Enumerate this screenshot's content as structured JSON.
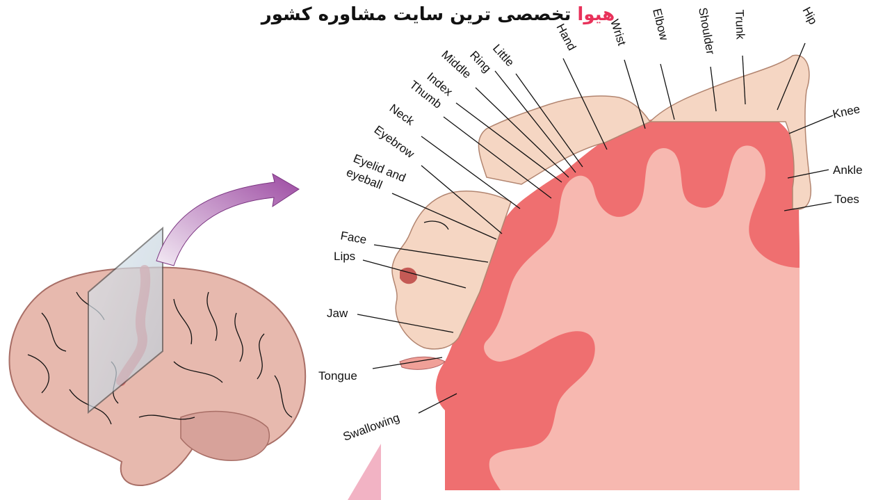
{
  "banner": {
    "brand": "هیوا",
    "text": "تخصصی ترین سایت مشاوره کشور"
  },
  "labels": {
    "hip": "Hip",
    "trunk": "Trunk",
    "shoulder": "Shoulder",
    "elbow": "Elbow",
    "wrist": "Wrist",
    "hand": "Hand",
    "little": "Little",
    "ring": "Ring",
    "middle": "Middle",
    "index": "Index",
    "thumb": "Thumb",
    "neck": "Neck",
    "eyebrow": "Eyebrow",
    "eyelid_line1": "Eyelid and",
    "eyelid_line2": "eyeball",
    "face": "Face",
    "lips": "Lips",
    "jaw": "Jaw",
    "tongue": "Tongue",
    "swallowing": "Swallowing",
    "knee": "Knee",
    "ankle": "Ankle",
    "toes": "Toes"
  },
  "colors": {
    "cortex_outer": "#ef6f70",
    "cortex_inner": "#f7b8b0",
    "brain": "#e7b9ae",
    "homunculus": "#f5d6c3",
    "arrow": "#9c4aa2",
    "brand": "#e8315a"
  }
}
